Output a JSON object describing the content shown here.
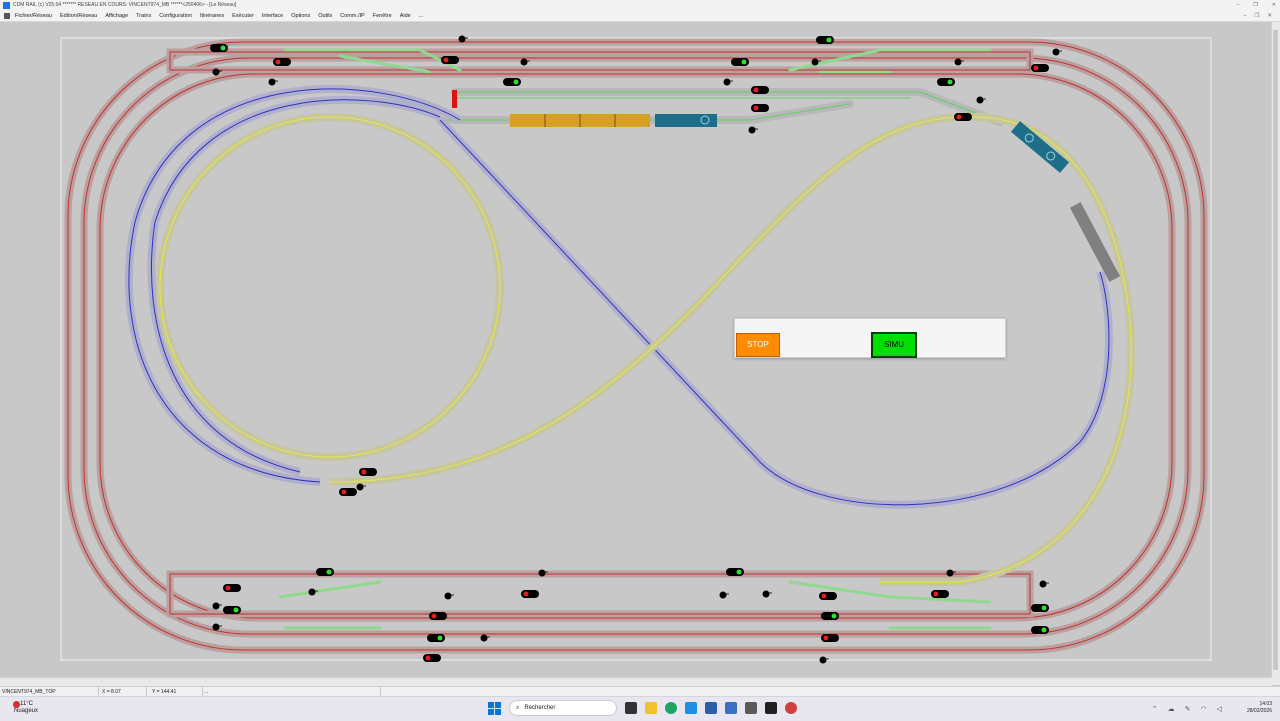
{
  "window": {
    "title": "CDM RAIL (c) V25.04     ******* RESEAU EN COURS: VINCENT974_MB ******<250406> - [Le Réseau]",
    "controls": [
      "–",
      "❐",
      "✕"
    ]
  },
  "menu": {
    "items": [
      "Fichier/Réseau",
      "Edition/Réseau",
      "Affichage",
      "Trains",
      "Configuration",
      "Itinéraires",
      "Exécuter",
      "Interface",
      "Options",
      "Outils",
      "Comm./IP",
      "Fenêtre",
      "Aide",
      "..."
    ],
    "mdi_controls": [
      "–",
      "❐",
      "✕"
    ]
  },
  "control_panel": {
    "stop_label": "STOP",
    "simu_label": "SIMU",
    "stop_color": "#ff8c00",
    "simu_color": "#00e000"
  },
  "status": {
    "network": "VINCENT974_MB_TOP",
    "x_label": "X =",
    "x_value": "8.07",
    "y_label": "Y =",
    "y_value": "144.41",
    "extra": "..."
  },
  "taskbar": {
    "temperature": "11°C",
    "weather": "Nuageux",
    "search_placeholder": "Rechercher",
    "time": "14:03",
    "date": "28/02/2026"
  },
  "colors": {
    "outer_track": "#c08080",
    "inner_track": "#8a8ac8",
    "yellow_track": "#d6d680",
    "siding_track": "#90d890",
    "train_blue": "#1e6e8a",
    "wagon_orange": "#d8a020"
  }
}
